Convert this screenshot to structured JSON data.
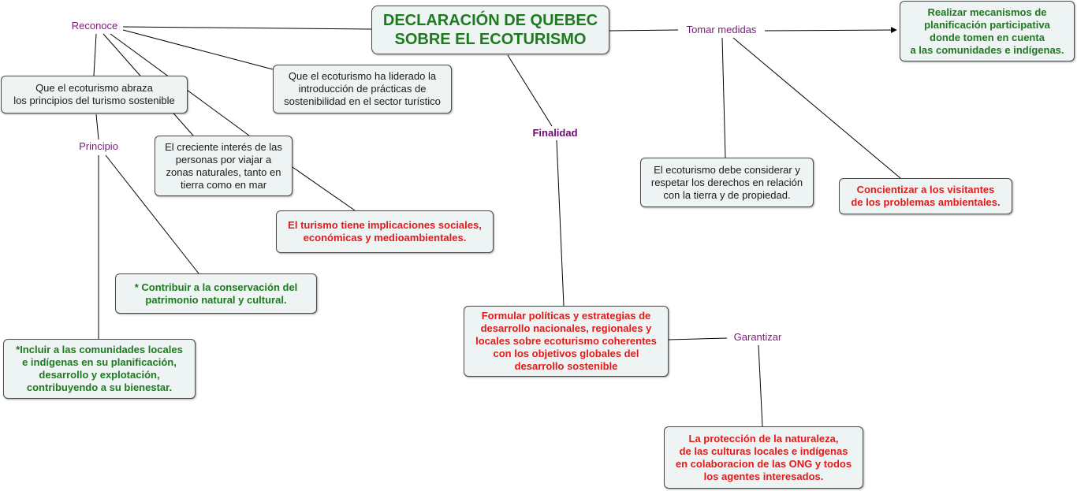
{
  "main": {
    "title": "DECLARACIÓN DE QUEBEC\nSOBRE EL ECOTURISMO"
  },
  "links": {
    "reconoce": "Reconoce",
    "tomar_medidas": "Tomar medidas",
    "finalidad": "Finalidad",
    "principio": "Principio",
    "garantizar": "Garantizar"
  },
  "concepts": {
    "abraza": "Que el ecoturismo abraza\nlos principios del turismo sostenible",
    "liderado": "Que el ecoturismo ha liderado la\nintroducción de prácticas de\nsostenibilidad en el sector turístico",
    "creciente": "El creciente interés de las\npersonas por viajar a\nzonas naturales, tanto en\ntierra como en mar",
    "implicaciones": "El turismo tiene implicaciones sociales,\neconómicas y medioambientales.",
    "conservacion": "* Contribuir a la conservación del\npatrimonio natural y cultural.",
    "incluir": "*Incluir a las comunidades locales\ne indígenas en su planificación,\ndesarrollo y explotación,\ncontribuyendo a su bienestar.",
    "formular": "Formular políticas y estrategias de\ndesarrollo nacionales, regionales y\nlocales sobre ecoturismo coherentes\ncon los objetivos globales del\ndesarrollo sostenible",
    "proteccion": "La protección de la naturaleza,\nde las culturas locales e indígenas\nen colaboracion de las ONG y todos\nlos agentes interesados.",
    "mecanismos": "Realizar mecanismos de\nplanificación participativa\ndonde tomen en cuenta\na las comunidades e indígenas.",
    "derechos": "El ecoturismo debe considerar y\nrespetar los derechos en relación\ncon la tierra y de propiedad.",
    "concientizar": "Concientizar a los visitantes\nde los problemas ambientales."
  },
  "colors": {
    "green_text": "#1e7a1e",
    "red_text": "#e21a1a",
    "link_text": "#7a1a7a",
    "box_fill": "#eef3f3"
  }
}
